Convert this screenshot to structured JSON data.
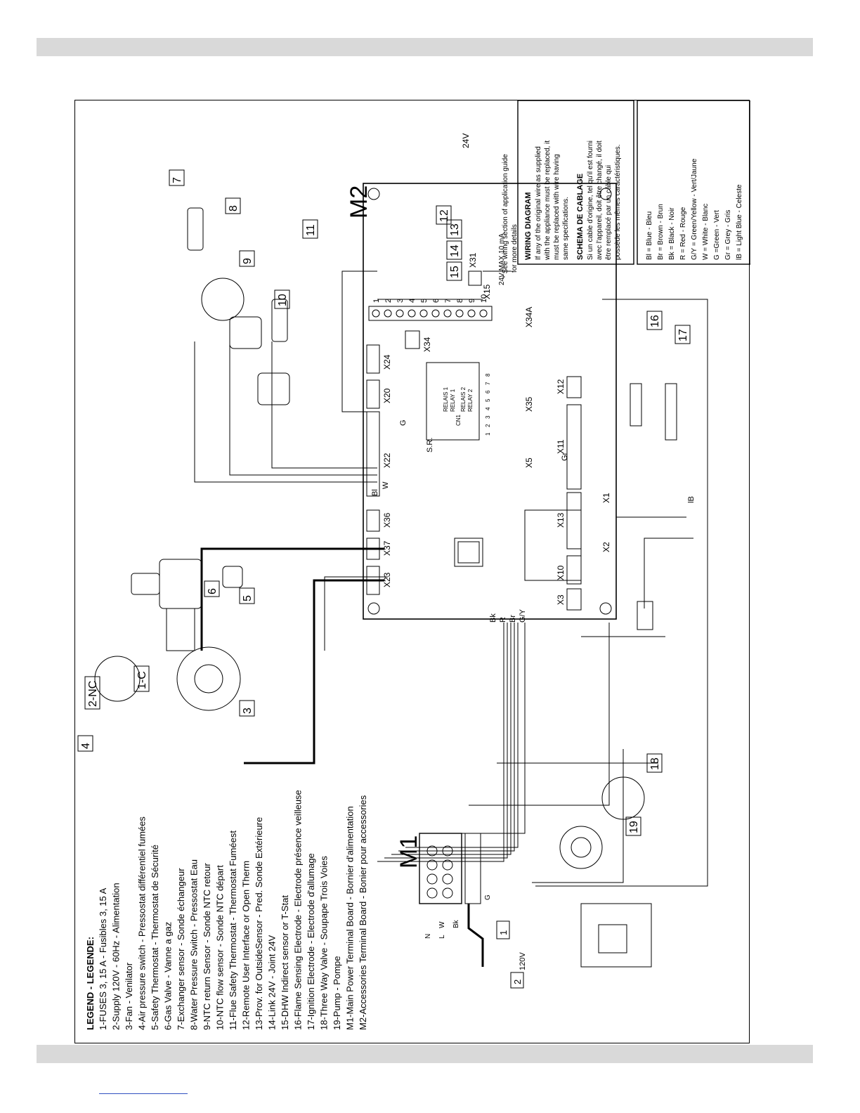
{
  "legend": {
    "title": "LEGEND - LEGENDE:",
    "items": [
      "1-FUSES 3, 15 A - Fusibles 3, 15 A",
      "2-Supply 120V - 60Hz - Alimentation",
      "3-Fan - Venilator",
      "4-Air pressure switch - Pressostat différentiel fumées",
      "5-Safety Thermostat - Thermostat de Sécurité",
      "6-Gas Valve - Vanne a gaz",
      "7-Exchanger sensor - Sonde échangeur",
      "8-Water Pressure Switch - Pressostat Eau",
      "9-NTC return Sensor - Sonde NTC retour",
      "10-NTC flow sensor - Sonde NTC départ",
      "11-Flue Safety Thermostat - Thermostat Fuméest",
      "12-Remote User Interface or Open Therm",
      "13-Prov. for OutsideSensor - Pred. Sonde Extérieure",
      "14-Link 24V - Joint 24V",
      "15-DHW Indirect sensor or T-Stat",
      "16-Flame Sensing Electrode - Electrode présence veilleuse",
      "17-Ignition Electrode - Electrode d'allumage",
      "18-Three Way Valve - Soupape Trois Voies",
      "19-Pump - Pompe",
      "M1-Main Power Terminal Board - Bornier d'alimentation",
      "M2-Accessories Terminal Board - Bonier pour accessories"
    ]
  },
  "wiring_note": {
    "title": "WIRING DIAGRAM",
    "en": [
      "If any of the original wire as supplied",
      "with the appliance must be replaced, it",
      "must be replaced with wire having",
      "same specifications."
    ],
    "fr_title": "SCHEMA DE CABLAGE",
    "fr": [
      "Si un cable d'origine, tel qu'il est fourni",
      "avec l'appareil, doit être changé, il doit",
      "être remplacé par un câble qui",
      "possède les mêmes caractéristiques."
    ]
  },
  "application_note": [
    "* See wiring section of application guide",
    "for more details"
  ],
  "color_key": [
    "Bl  = Blue - Bleu",
    "Br  = Brown - Brun",
    "Bk  = Black - Noir",
    "R    = Red - Rouge",
    "G/Y = Green/Yellow - Vert/Jaune",
    "W   = White - Blanc",
    "G    =Green - Vert",
    "Gr   = Grey - Gris",
    "lB    = Light Blue - Celeste"
  ],
  "terminal_boards": {
    "m1": "M1",
    "m2": "M2"
  },
  "m2_terminals": [
    "1",
    "2",
    "3",
    "4",
    "5",
    "6",
    "7",
    "8",
    "9",
    "10"
  ],
  "voltage_labels": {
    "v24": "24V",
    "ma": "24V MAX 10 mA",
    "v120": "120V"
  },
  "connectors": [
    "X3",
    "X10",
    "X13",
    "X11",
    "X12",
    "X23",
    "X37",
    "X36",
    "X22",
    "X20",
    "X24",
    "X34",
    "X31",
    "X15",
    "X34A",
    "X35",
    "X5",
    "X1",
    "X2"
  ],
  "relay_labels": {
    "sr": "S.R.",
    "r1fr": "RELAIS 1",
    "r1": "RELAY 1",
    "r2fr": "RELAIS 2",
    "r2": "RELAY 2",
    "cn1": "CN1"
  },
  "component_numbers": [
    "1-C",
    "2-NC",
    "4",
    "3",
    "5",
    "6",
    "7",
    "8",
    "9",
    "10",
    "11",
    "12",
    "13",
    "14",
    "15",
    "16",
    "17",
    "18",
    "19",
    "1",
    "2"
  ],
  "wire_colors": [
    "Bk",
    "R",
    "Br",
    "G/Y",
    "Bl",
    "W",
    "Gr",
    "lB",
    "G"
  ],
  "m1_terminal_letters": [
    "N",
    "L",
    "W",
    "Bk",
    "G"
  ],
  "pcb_pins": [
    "1",
    "2",
    "3",
    "4",
    "5",
    "6",
    "7",
    "8"
  ]
}
